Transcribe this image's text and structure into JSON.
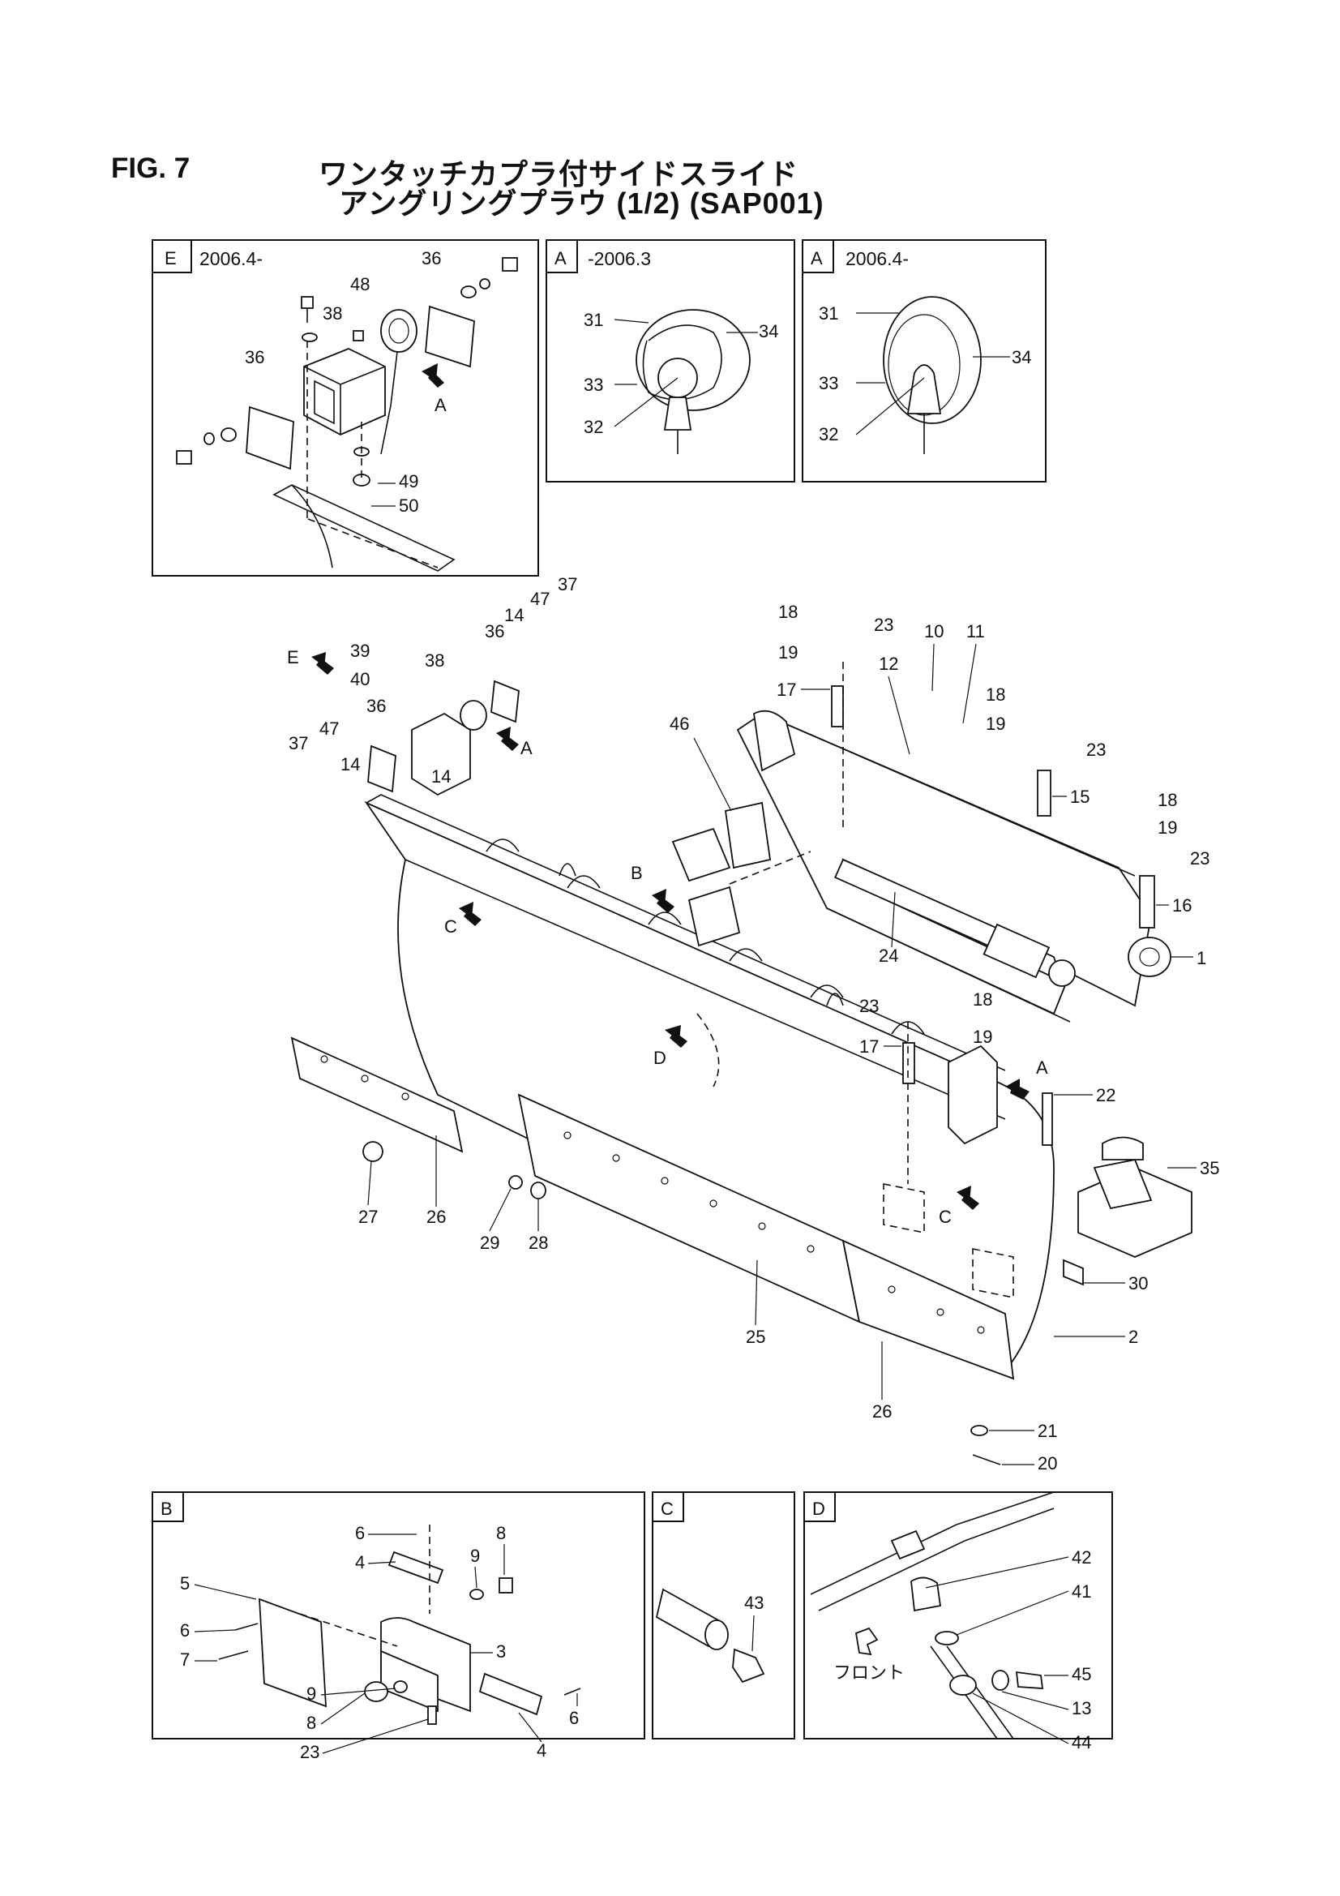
{
  "header": {
    "fig_label": "FIG. 7",
    "title_line1": "ワンタッチカプラ付サイドスライド",
    "title_line2": "アングリングプラウ (1/2) (SAP001)"
  },
  "panels": {
    "E": {
      "tag": "E",
      "note": "2006.4-"
    },
    "A_old": {
      "tag": "A",
      "note": "-2006.3"
    },
    "A_new": {
      "tag": "A",
      "note": "2006.4-"
    },
    "B": {
      "tag": "B"
    },
    "C": {
      "tag": "C"
    },
    "D": {
      "tag": "D",
      "front_label": "フロント"
    }
  },
  "view_markers": {
    "E": "E",
    "A": "A",
    "B": "B",
    "C": "C",
    "D": "D"
  },
  "callouts": {
    "p1": "1",
    "p2": "2",
    "p3": "3",
    "p4": "4",
    "p5": "5",
    "p6": "6",
    "p7": "7",
    "p8": "8",
    "p9": "9",
    "p10": "10",
    "p11": "11",
    "p12": "12",
    "p13": "13",
    "p14": "14",
    "p15": "15",
    "p16": "16",
    "p17": "17",
    "p18": "18",
    "p19": "19",
    "p20": "20",
    "p21": "21",
    "p22": "22",
    "p23": "23",
    "p24": "24",
    "p25": "25",
    "p26": "26",
    "p27": "27",
    "p28": "28",
    "p29": "29",
    "p30": "30",
    "p31": "31",
    "p32": "32",
    "p33": "33",
    "p34": "34",
    "p35": "35",
    "p36": "36",
    "p37": "37",
    "p38": "38",
    "p39": "39",
    "p40": "40",
    "p41": "41",
    "p42": "42",
    "p43": "43",
    "p44": "44",
    "p45": "45",
    "p46": "46",
    "p47": "47",
    "p48": "48",
    "p49": "49",
    "p50": "50"
  }
}
